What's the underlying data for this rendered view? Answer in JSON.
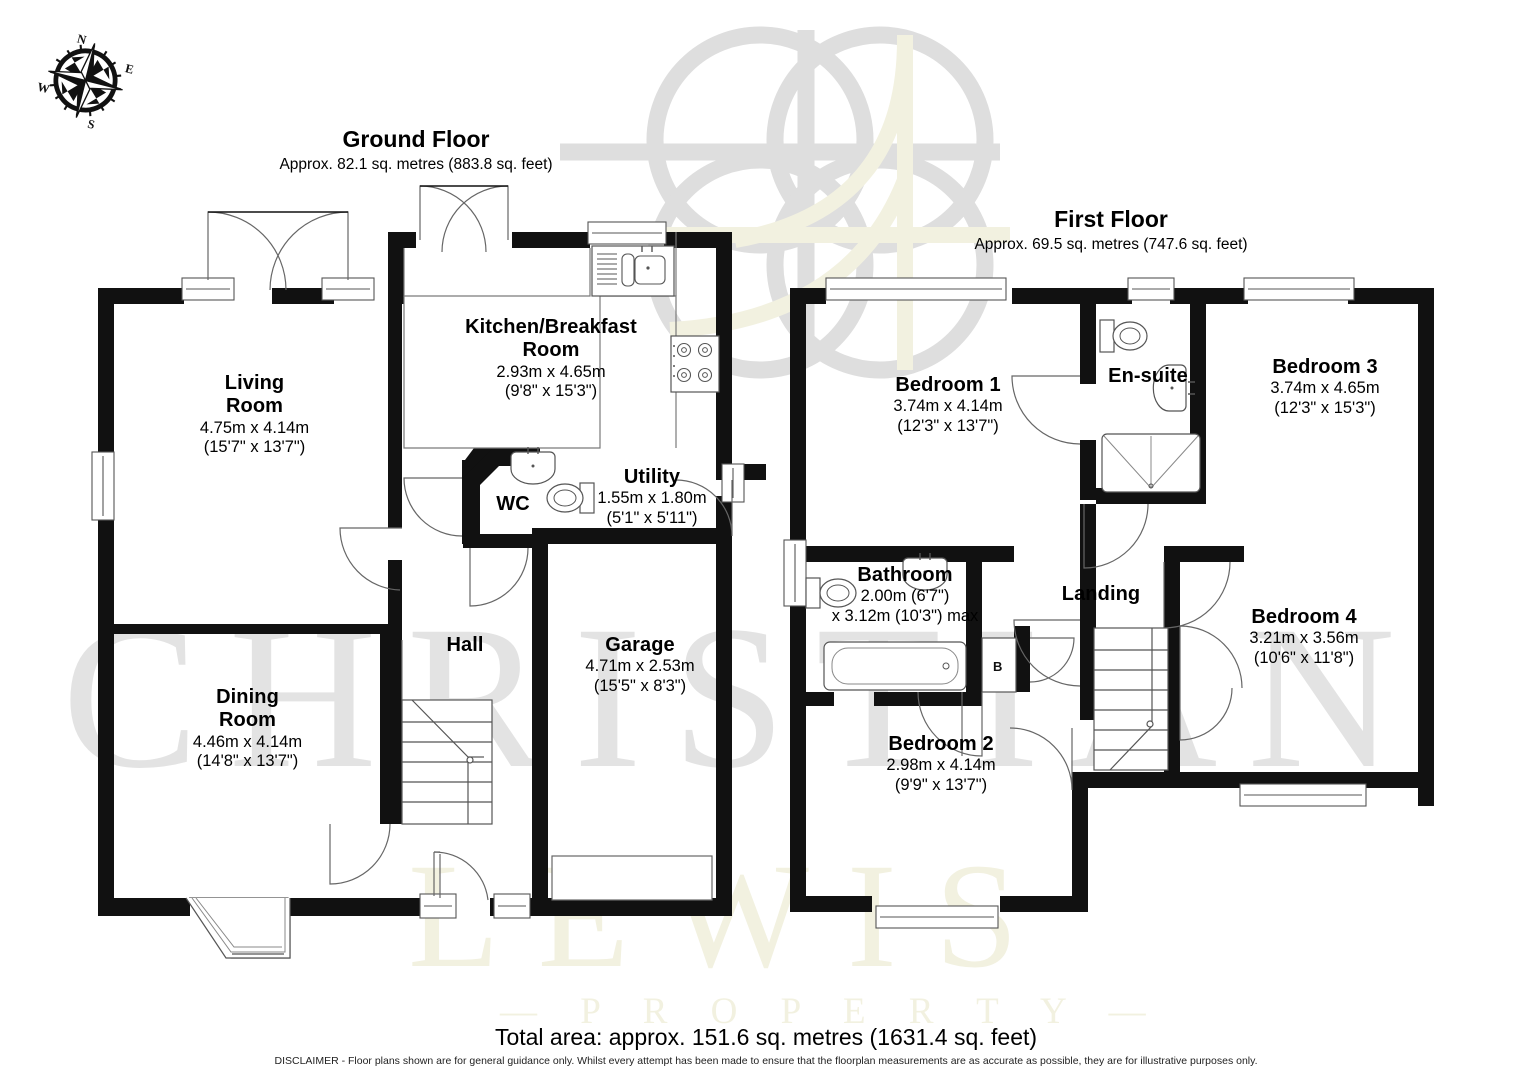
{
  "document": {
    "type": "floorplan",
    "total_area": "Total area: approx. 151.6 sq. metres (1631.4 sq. feet)",
    "disclaimer": "DISCLAIMER -  Floor plans shown are for general guidance only. Whilst every attempt has been made to ensure that the floorplan measurements are as accurate as possible, they are for illustrative purposes only."
  },
  "watermark": {
    "line1": "CHRISTIAN",
    "line2": "LEWIS",
    "line3": "— P R O P E R T Y —",
    "color_grey": "#e3e3e3",
    "color_cream": "#f2f1e0"
  },
  "compass": {
    "north": "N",
    "east": "E",
    "south": "S",
    "west": "W"
  },
  "floors": [
    {
      "id": "ground",
      "title": "Ground Floor",
      "area": "Approx. 82.1 sq. metres (883.8 sq. feet)",
      "rooms": [
        {
          "id": "living-room",
          "name": "Living\nRoom",
          "name_line1": "Living",
          "name_line2": "Room",
          "dim_metric": "4.75m x 4.14m",
          "dim_imperial": "(15'7\" x 13'7\")"
        },
        {
          "id": "kitchen-breakfast-room",
          "name_line1": "Kitchen/Breakfast",
          "name_line2": "Room",
          "dim_metric": "2.93m x 4.65m",
          "dim_imperial": "(9'8\" x 15'3\")"
        },
        {
          "id": "wc",
          "name_line1": "WC",
          "name_line2": "",
          "dim_metric": "",
          "dim_imperial": ""
        },
        {
          "id": "utility",
          "name_line1": "Utility",
          "name_line2": "",
          "dim_metric": "1.55m x 1.80m",
          "dim_imperial": "(5'1\"  x 5'11\")"
        },
        {
          "id": "hall",
          "name_line1": "Hall",
          "name_line2": "",
          "dim_metric": "",
          "dim_imperial": ""
        },
        {
          "id": "garage",
          "name_line1": "Garage",
          "name_line2": "",
          "dim_metric": "4.71m x 2.53m",
          "dim_imperial": "(15'5\" x 8'3\")"
        },
        {
          "id": "dining-room",
          "name_line1": "Dining",
          "name_line2": "Room",
          "dim_metric": "4.46m x 4.14m",
          "dim_imperial": "(14'8\" x 13'7\")"
        }
      ]
    },
    {
      "id": "first",
      "title": "First Floor",
      "area": "Approx. 69.5 sq. metres (747.6 sq. feet)",
      "rooms": [
        {
          "id": "bedroom-1",
          "name_line1": "Bedroom 1",
          "name_line2": "",
          "dim_metric": "3.74m x 4.14m",
          "dim_imperial": "(12'3\" x 13'7\")"
        },
        {
          "id": "en-suite",
          "name_line1": "En-suite",
          "name_line2": "",
          "dim_metric": "",
          "dim_imperial": ""
        },
        {
          "id": "bedroom-3",
          "name_line1": "Bedroom 3",
          "name_line2": "",
          "dim_metric": "3.74m x 4.65m",
          "dim_imperial": "(12'3\" x 15'3\")"
        },
        {
          "id": "bathroom",
          "name_line1": "Bathroom",
          "name_line2": "",
          "dim_metric": "2.00m (6'7\")",
          "dim_imperial": "x 3.12m (10'3\") max"
        },
        {
          "id": "landing",
          "name_line1": "Landing",
          "name_line2": "",
          "dim_metric": "",
          "dim_imperial": ""
        },
        {
          "id": "bedroom-4",
          "name_line1": "Bedroom 4",
          "name_line2": "",
          "dim_metric": "3.21m x 3.56m",
          "dim_imperial": "(10'6\" x 11'8\")"
        },
        {
          "id": "bedroom-2",
          "name_line1": "Bedroom 2",
          "name_line2": "",
          "dim_metric": "2.98m x 4.14m",
          "dim_imperial": "(9'9\" x 13'7\")"
        }
      ]
    }
  ],
  "fixtures": {
    "boiler_label": "B"
  }
}
